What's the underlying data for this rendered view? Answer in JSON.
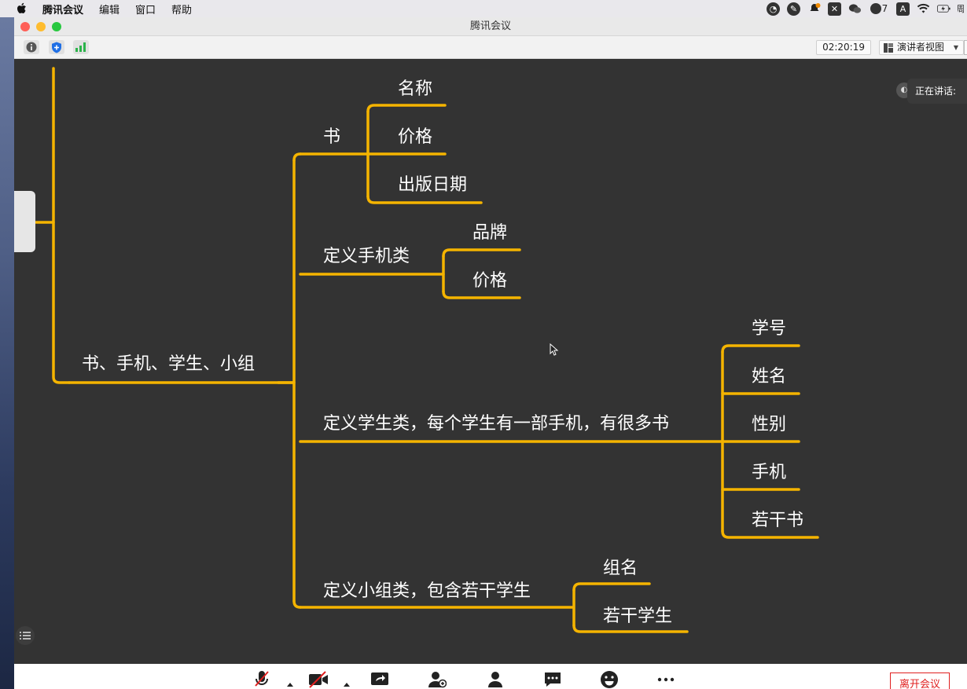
{
  "menubar": {
    "app_name": "腾讯会议",
    "items": [
      "编辑",
      "窗口",
      "帮助"
    ],
    "tray": {
      "badge_count": "7",
      "input_method": "A",
      "trailing_char": "周"
    }
  },
  "window": {
    "title": "腾讯会议",
    "timer": "02:20:19",
    "view_mode": "演讲者视图",
    "speaking_label": "正在讲话:"
  },
  "mindmap": {
    "line_color": "#f5b400",
    "root": "书、手机、学生、小组",
    "branches": [
      {
        "label": "书",
        "children": [
          "名称",
          "价格",
          "出版日期"
        ]
      },
      {
        "label": "定义手机类",
        "children": [
          "品牌",
          "价格"
        ]
      },
      {
        "label": "定义学生类，每个学生有一部手机，有很多书",
        "children": [
          "学号",
          "姓名",
          "性别",
          "手机",
          "若干书"
        ]
      },
      {
        "label": "定义小组类，包含若干学生",
        "children": [
          "组名",
          "若干学生"
        ]
      }
    ]
  },
  "bottombar": {
    "leave_label": "离开会议",
    "accent": "#e02020"
  }
}
